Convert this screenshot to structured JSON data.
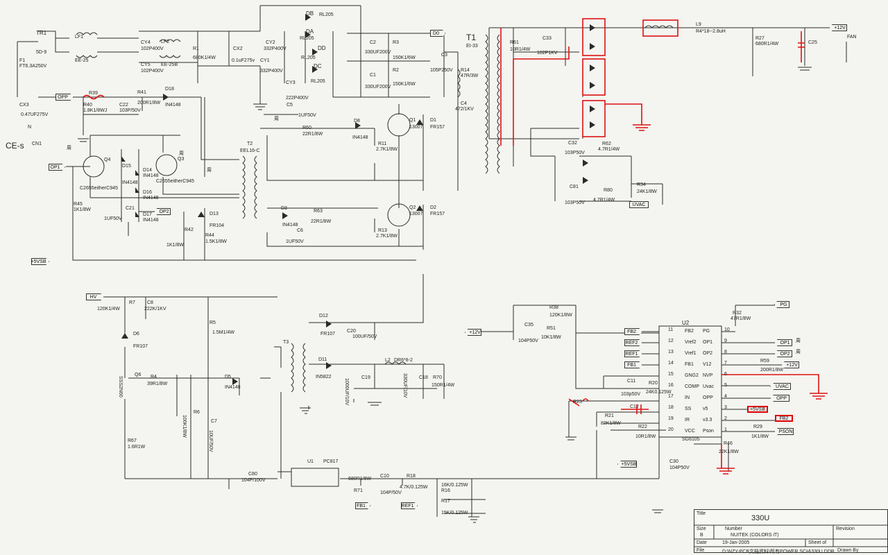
{
  "components": {
    "TR1": "TR1",
    "TR1_val": "5D-9",
    "F1": "F1",
    "F1_val": "FT6.3A250V",
    "LF1": "LF1",
    "LF1_val": "EE-25",
    "CX3": "CX3",
    "CX3_val": "0.47UF275V",
    "CE_s": "CE-s",
    "CN1": "CN1",
    "N": "N",
    "CY4": "CY4",
    "CY4_val": "102P400V",
    "CY5": "CY5",
    "CY5_val": "102P400V",
    "LF2": "LF2",
    "LF2_val": "EE-25B",
    "R1": "R1",
    "R1_val": "680K1/4W",
    "CX2": "CX2",
    "CX2_val": "0.1uF275v",
    "CY2": "CY2",
    "CY2_val": "332P400V",
    "CY1": "CY1",
    "CY1_val": "332P400V",
    "DB": "DB",
    "DA": "DA",
    "DD": "DD",
    "DC": "DC",
    "RL205a": "RL205",
    "RL205b": "RL205",
    "RL205c": "RL205",
    "RL205d": "RL205",
    "CY3": "CY3",
    "CY3_val": "222P400V",
    "C2": "C2",
    "C2_val": "330UF200V",
    "C1": "C1",
    "C1_val": "330UF200V",
    "R3": "R3",
    "R3_val": "150K1/6W",
    "R2": "R2",
    "R2_val": "150K1/6W",
    "C3": "C3",
    "C3_val": "105P250V",
    "R14": "R14",
    "R14_val": "47R/3W",
    "C4": "C4",
    "C4_val": "472/1KV",
    "T1": "T1",
    "T1_val": "EI-33",
    "R39": "R39",
    "R40": "R40",
    "R40_val": "1.8K1/8WJ",
    "C22": "C22",
    "C22_val": "103P/50V",
    "R41": "R41",
    "R41_val": "200R1/8W",
    "D18": "D18",
    "D18_val": "IN4148",
    "Q4": "Q4",
    "Q4_val": "C2655eitherC945",
    "Q3": "Q3",
    "Q3_val": "C2655eitherC945",
    "D15": "D15",
    "D15_val": "IN4148",
    "D14": "D14",
    "D14_val": "IN4148",
    "D16": "D16",
    "D16_val": "IN4148",
    "D17": "D17",
    "D17_val": "IN4148",
    "C21": "C21",
    "C21_val": "1UF50V",
    "R45": "R45",
    "R45_val": "1K1/8W",
    "R42": "R42",
    "R42_val": "1K1/8W",
    "D13": "D13",
    "D13_val": "FR104",
    "R44": "R44",
    "R44_val": "1.5K1/8W",
    "C5": "C5",
    "C5_val": "1UF50V",
    "R60": "R60",
    "R60_val": "22R1/8W",
    "D8": "D8",
    "D8_val": "IN4148",
    "T2": "T2",
    "T2_val": "EEL16-C",
    "R11": "R11",
    "R11_val": "2.7K1/8W",
    "Q1": "Q1",
    "Q1_val": "13007",
    "D1": "D1",
    "D1_val": "FR157",
    "D3": "D3",
    "D3_val": "IN4148",
    "R63": "R63",
    "R63_val": "22R1/8W",
    "C6": "C6",
    "C6_val": "1UF50V",
    "R13": "R13",
    "R13_val": "2.7K1/8W",
    "Q2": "Q2",
    "Q2_val": "13007",
    "D2": "D2",
    "D2_val": "FR157",
    "R61": "R61",
    "R61_val": "10R1/4W",
    "C33": "C33",
    "C33_val": "102P1KV",
    "L9": "L9",
    "L9_val": "R4*18--2.8uH",
    "R27": "R27",
    "R27_val": "680R1/4W",
    "C25": "C25",
    "FAN": "FAN",
    "C32": "C32",
    "C32_val": "103P50V",
    "R62": "R62",
    "R62_val": "4.7R1/4W",
    "C81": "C81",
    "C81_val": "103P50V",
    "R80": "R80",
    "R80_val": "4.7R1/4W",
    "R34": "R34",
    "R34_val": "24K1/8W",
    "R7": "R7",
    "R7_val": "120K1/4W",
    "C8": "C8",
    "C8_val": "222K/1KV",
    "D6": "D6",
    "D6_val": "FR107",
    "R5": "R5",
    "R5_val": "1.5M1/4W",
    "Q6": "Q6",
    "Q6_val": "SSS2N60",
    "R4": "R4",
    "R4_val": "39R1/8W",
    "D5": "D5",
    "D5_val": "IN4148",
    "R6": "R6",
    "R6_val": "100K1/8W",
    "C7": "C7",
    "C7_val": "10UF/50V",
    "R67": "R67",
    "R67_val": "1.6R1W",
    "T3": "T3",
    "D12": "D12",
    "D12_val": "FR107",
    "C20": "C20",
    "C20_val": "100UF/50V",
    "D11": "D11",
    "D11_val": "IN5822",
    "L2": "L2",
    "L2_val": "DR6*8-2",
    "C19": "C19",
    "C19_val": "1000UF/10V",
    "C18": "C18",
    "C18_val": "330UF/10V",
    "R70": "R70",
    "R70_val": "150R1/4W",
    "C80": "C80",
    "C80_val": "104P/100V",
    "U1": "U1",
    "U1_val": "PC817",
    "R71": "R71",
    "R71_val": "680R1/8W",
    "C10": "C10",
    "C10_val": "104P/50V",
    "R18": "R18",
    "R18_val": "4.7K/0.125W",
    "R16": "R16",
    "R16_val": "16K/0.125W",
    "R17": "R17",
    "R17_val": "15K/0.125W",
    "R38": "R38",
    "R38_val": "120K1/8W",
    "C35": "C35",
    "C35_val": "104P50V",
    "R51": "R51",
    "R51_val": "10K1/8W",
    "U2": "U2",
    "U2_val": "SG6105",
    "R32": "R32",
    "R32_val": "47R1/8W",
    "R59": "R59",
    "R59_val": "200R1/8W",
    "C11": "C11",
    "C11_val": "103p50V",
    "R20": "R20",
    "R20_val": "24K0.125W",
    "R23": "R23",
    "C12": "C12",
    "R21": "R21",
    "R21_val": "82K1/8W",
    "R22": "R22",
    "R22_val": "10R1/8W",
    "R29": "R29",
    "R29_val": "1K1/8W",
    "R46": "R46",
    "R46_val": "22K1/8W",
    "C30": "C30",
    "C30_val": "104P50V",
    "zhou1": "周",
    "zhou2": "周",
    "zhou3": "周",
    "zhou4": "周",
    "zhou5": "周",
    "zhou6": "周"
  },
  "ports": {
    "D0": "D0",
    "plus12V": "+12V",
    "OPP": "OPP",
    "OP1": "OP1",
    "OP2": "OP2",
    "plus5VSB_left": "+5VSB",
    "UVAC_right": "UVAC",
    "HV": "HV",
    "plus12V_mid": "+12V",
    "PG": "PG",
    "FB2": "FB2",
    "REF2": "REF2",
    "REF1": "REF1",
    "FB1": "FB1",
    "OP1_r": "OP1",
    "OP2_r": "OP2",
    "plus12V_r": "+12V",
    "UVAC_r": "UVAC",
    "OPP_r": "OPP",
    "plus5VSB_r": "+5VSB",
    "FB2_r": "FB2",
    "PSON": "PSON",
    "plus5VSB_bot": "+5VSB",
    "FB1_bot": "FB1",
    "REF1_bot": "REF1"
  },
  "u2_pins_left": [
    {
      "name": "FB2",
      "num": "11"
    },
    {
      "name": "Vref2",
      "num": "12"
    },
    {
      "name": "Vref1",
      "num": "13"
    },
    {
      "name": "FB1",
      "num": "14"
    },
    {
      "name": "GNG2",
      "num": "15"
    },
    {
      "name": "COMP",
      "num": "16"
    },
    {
      "name": "IN",
      "num": "17"
    },
    {
      "name": "SS",
      "num": "18"
    },
    {
      "name": "IR",
      "num": "19"
    },
    {
      "name": "VCC",
      "num": "20"
    }
  ],
  "u2_pins_right": [
    {
      "name": "PG",
      "num": "10"
    },
    {
      "name": "OP1",
      "num": "9"
    },
    {
      "name": "OP2",
      "num": "8"
    },
    {
      "name": "V12",
      "num": "7"
    },
    {
      "name": "NVP",
      "num": "6"
    },
    {
      "name": "Uvac",
      "num": "5"
    },
    {
      "name": "OPP",
      "num": "4"
    },
    {
      "name": "v5",
      "num": "3"
    },
    {
      "name": "v3.3",
      "num": "2"
    },
    {
      "name": "Pson",
      "num": "1"
    }
  ],
  "title_block": {
    "title_label": "Title",
    "title": "330U",
    "size_label": "Size",
    "size": "B",
    "number_label": "Number",
    "number": "NUITEK (COLORS iT)",
    "revision_label": "Revision",
    "date_label": "Date",
    "date": "19-Jan-2005",
    "sheet_label": "Sheet of",
    "file_label": "File",
    "file": "D:\\NZY-PCB文档资料\\所有POWER SCH\\330U.DDB",
    "drawn_label": "Drawn By"
  },
  "colors": {
    "wire": "#2a2a2a",
    "annotation": "#dd1111",
    "paper": "#f4f4f0"
  }
}
